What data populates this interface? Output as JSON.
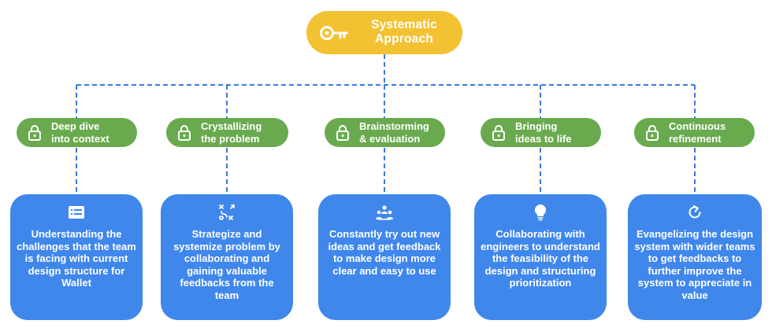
{
  "root": {
    "label": "Systematic\nApproach",
    "icon": "key-icon"
  },
  "steps": [
    {
      "pill_label": "Deep dive\ninto context",
      "pill_icon": "lock-icon",
      "card_icon": "list-icon",
      "card_text": "Understanding the challenges that the team is facing with current design structure for Wallet"
    },
    {
      "pill_label": "Crystallizing\nthe problem",
      "pill_icon": "lock-icon",
      "card_icon": "strategy-icon",
      "card_text": "Strategize and systemize problem by collaborating and gaining valuable feedbacks from the team"
    },
    {
      "pill_label": "Brainstorming\n& evaluation",
      "pill_icon": "lock-icon",
      "card_icon": "team-icon",
      "card_text": "Constantly try out new ideas and get feedback to make design more clear and easy to use"
    },
    {
      "pill_label": "Bringing\nideas to life",
      "pill_icon": "lock-icon",
      "card_icon": "lightbulb-icon",
      "card_text": "Collaborating with engineers to understand the feasibility of the design and structuring prioritization"
    },
    {
      "pill_label": "Continuous\nrefinement",
      "pill_icon": "lock-icon",
      "card_icon": "refresh-icon",
      "card_text": "Evangelizing the design system with wider teams to get feedbacks to further improve the system to appreciate in value"
    }
  ],
  "colors": {
    "root": "#f3c233",
    "pill": "#6aaa4f",
    "card": "#4087ec",
    "connector": "#3b78e7"
  }
}
